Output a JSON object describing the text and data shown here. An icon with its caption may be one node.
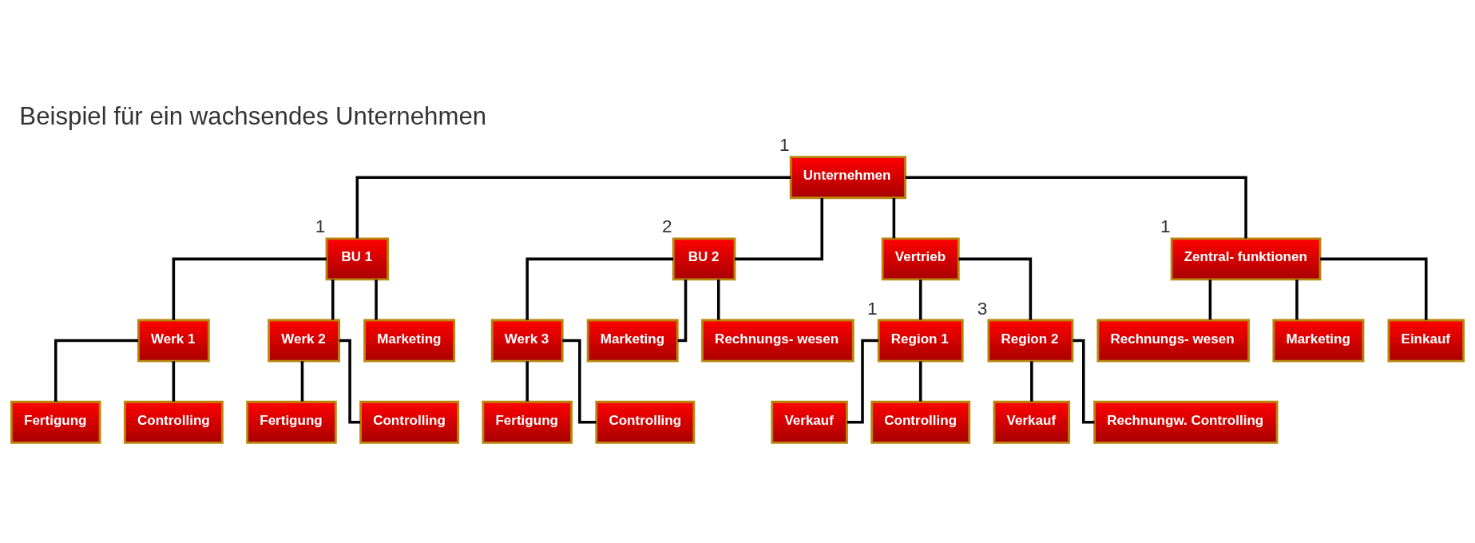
{
  "diagram": {
    "title": "Beispiel für ein wachsendes Unternehmen",
    "nodes": [
      {
        "text": [
          "Unternehmen"
        ],
        "beside": [
          "1"
        ]
      },
      {
        "text": [
          "BU 1"
        ],
        "beside": [
          "1"
        ]
      },
      {
        "text": [
          "BU 2"
        ],
        "beside": [
          "2"
        ]
      },
      {
        "text": [
          "Vertrieb"
        ]
      },
      {
        "text": [
          "Zentral- funktionen"
        ],
        "beside": [
          "1"
        ]
      },
      {
        "text": [
          "Werk 1"
        ]
      },
      {
        "text": [
          "Werk 2"
        ]
      },
      {
        "text": [
          "Marketing"
        ]
      },
      {
        "text": [
          "Werk 3"
        ]
      },
      {
        "text": [
          "Marketing"
        ]
      },
      {
        "text": [
          "Rechnungs- wesen"
        ]
      },
      {
        "text": [
          "Region 1"
        ],
        "beside": [
          "1"
        ]
      },
      {
        "text": [
          "Region 2"
        ],
        "beside": [
          "3"
        ]
      },
      {
        "text": [
          "Fertigung"
        ]
      },
      {
        "text": [
          "Controlling"
        ]
      },
      {
        "text": [
          "Fertigung"
        ]
      },
      {
        "text": [
          "Controlling"
        ]
      },
      {
        "text": [
          "Fertigung"
        ]
      },
      {
        "text": [
          "Controlling"
        ]
      },
      {
        "text": [
          "Verkauf"
        ]
      },
      {
        "text": [
          "Controlling"
        ]
      },
      {
        "text": [
          "Verkauf"
        ]
      },
      {
        "text": [
          "Rechnungw. Controlling"
        ]
      },
      {
        "text": [
          "Rechnungs- wesen"
        ]
      },
      {
        "text": [
          "Marketing"
        ]
      },
      {
        "text": [
          "Einkauf"
        ]
      }
    ],
    "edges": [
      {
        "from": 0,
        "to": 1,
        "arrow": "none"
      },
      {
        "from": 0,
        "to": 2,
        "arrow": "none"
      },
      {
        "from": 0,
        "to": 3,
        "arrow": "none"
      },
      {
        "from": 0,
        "to": 4,
        "arrow": "none"
      },
      {
        "from": 1,
        "to": 5,
        "arrow": "none"
      },
      {
        "from": 1,
        "to": 6,
        "arrow": "none"
      },
      {
        "from": 1,
        "to": 7,
        "arrow": "none"
      },
      {
        "from": 2,
        "to": 8,
        "arrow": "none"
      },
      {
        "from": 2,
        "to": 9,
        "arrow": "none"
      },
      {
        "from": 2,
        "to": 10,
        "arrow": "none"
      },
      {
        "from": 3,
        "to": 11,
        "arrow": "none"
      },
      {
        "from": 3,
        "to": 12,
        "arrow": "none"
      },
      {
        "from": 5,
        "to": 13,
        "arrow": "none"
      },
      {
        "from": 5,
        "to": 14,
        "arrow": "none"
      },
      {
        "from": 6,
        "to": 15,
        "arrow": "none"
      },
      {
        "from": 6,
        "to": 16,
        "arrow": "none"
      },
      {
        "from": 8,
        "to": 17,
        "arrow": "none"
      },
      {
        "from": 8,
        "to": 18,
        "arrow": "none"
      },
      {
        "from": 11,
        "to": 19,
        "arrow": "none"
      },
      {
        "from": 11,
        "to": 20,
        "arrow": "none"
      },
      {
        "from": 12,
        "to": 21,
        "arrow": "none"
      },
      {
        "from": 12,
        "to": 22,
        "arrow": "none"
      },
      {
        "from": 4,
        "to": 23,
        "arrow": "none"
      },
      {
        "from": 4,
        "to": 24,
        "arrow": "none"
      },
      {
        "from": 4,
        "to": 25,
        "arrow": "none"
      }
    ]
  }
}
